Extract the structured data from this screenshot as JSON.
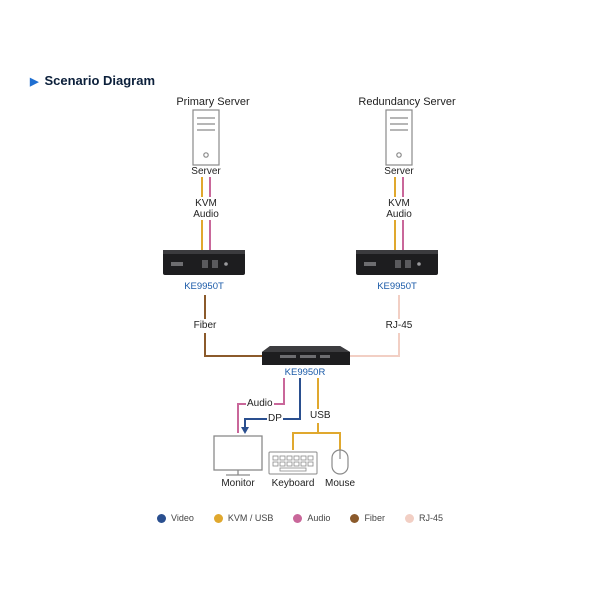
{
  "title": "Scenario Diagram",
  "servers": {
    "primary": {
      "heading": "Primary Server",
      "label": "Server",
      "signals": [
        "KVM",
        "Audio"
      ],
      "model": "KE9950T"
    },
    "redundancy": {
      "heading": "Redundancy Server",
      "label": "Server",
      "signals": [
        "KVM",
        "Audio"
      ],
      "model": "KE9950T"
    }
  },
  "links": {
    "left": "Fiber",
    "right": "RJ-45"
  },
  "receiver": {
    "model": "KE9950R",
    "outputs": {
      "audio": "Audio",
      "dp": "DP",
      "usb": "USB"
    }
  },
  "peripherals": {
    "monitor": "Monitor",
    "keyboard": "Keyboard",
    "mouse": "Mouse"
  },
  "legend": [
    {
      "label": "Video",
      "color": "#2a4f8f"
    },
    {
      "label": "KVM / USB",
      "color": "#e0a82e"
    },
    {
      "label": "Audio",
      "color": "#c9679a"
    },
    {
      "label": "Fiber",
      "color": "#8b5a2b"
    },
    {
      "label": "RJ-45",
      "color": "#f2cfc4"
    }
  ]
}
